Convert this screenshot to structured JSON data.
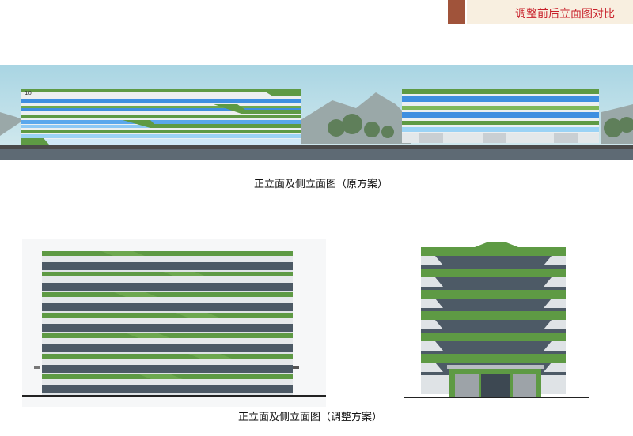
{
  "header": {
    "title": "调整前后立面图对比"
  },
  "original": {
    "caption": "正立面及侧立面图（原方案）",
    "floor_label": "10"
  },
  "adjusted": {
    "caption": "正立面及侧立面图（调整方案）"
  },
  "colors": {
    "accent": "#a0533a",
    "title_red": "#c8202a",
    "green": "#5e9a44",
    "glass_blue": "#3f8fe0",
    "dark_glass": "#4d5a66"
  }
}
